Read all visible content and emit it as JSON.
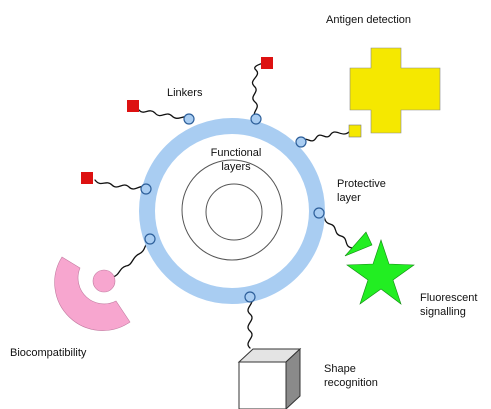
{
  "colors": {
    "ring_fill": "#a9cdf2",
    "ring_stroke": "#8fb9e6",
    "inner_circle_stroke": "#555555",
    "linker_stroke": "#111111",
    "anchor_fill": "#a9cdf2",
    "anchor_stroke": "#2d5f9a",
    "antigen_marker": "#dd1111",
    "antigen_detector": "#f5e800",
    "fluorescent": "#22ee22",
    "biocompatibility": "#f7a6cf",
    "cube_front": "#ffffff",
    "cube_side": "#8a8a8a",
    "cube_top": "#e4e4e4"
  },
  "labels": {
    "antigen_detection": "Antigen detection",
    "linkers": "Linkers",
    "functional_layers_line1": "Functional",
    "functional_layers_line2": "layers",
    "protective_layer_line1": "Protective",
    "protective_layer_line2": "layer",
    "fluorescent_line1": "Fluorescent",
    "fluorescent_line2": "signalling",
    "biocompatibility": "Biocompatibility",
    "shape_line1": "Shape",
    "shape_line2": "recognition"
  },
  "icons": {
    "antigen_markers": "red-square-icon",
    "antigen_detector": "yellow-cross-icon",
    "fluorescent_tag": "green-star-icon",
    "biocompatibility_tag": "pink-crescent-icon",
    "shape_tag": "cube-icon"
  }
}
